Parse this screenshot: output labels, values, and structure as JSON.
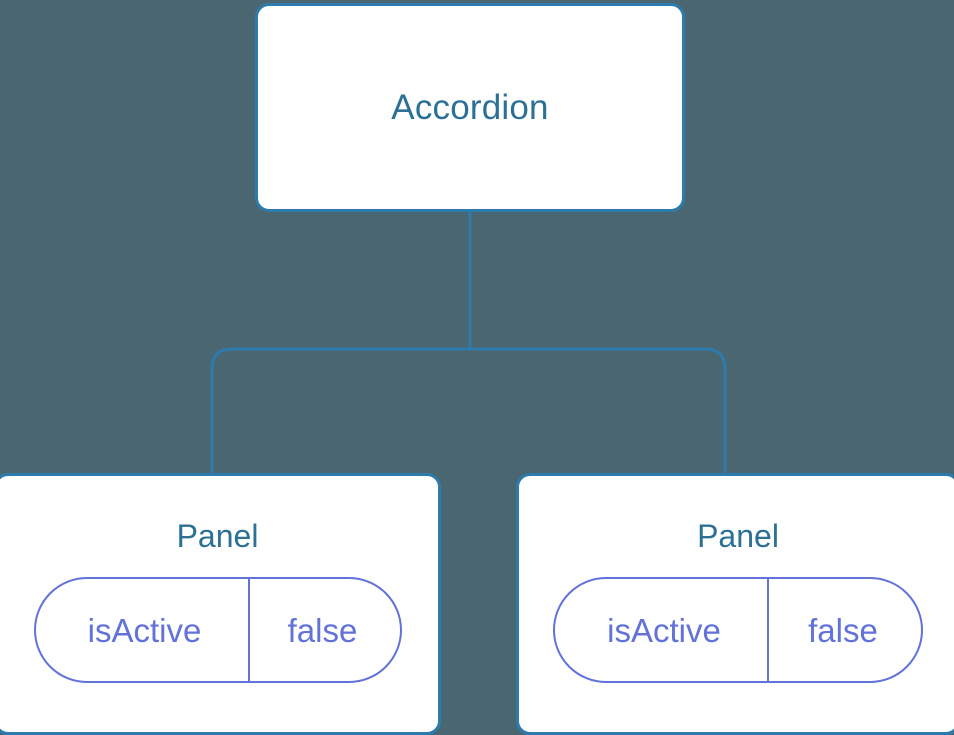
{
  "diagram": {
    "type": "component-tree",
    "background_color": "#4a6771",
    "node_border_color": "#2d7aad",
    "node_title_color": "#2d7096",
    "pill_color": "#6272d8",
    "connector_color": "#2d7aad",
    "root": {
      "label": "Accordion"
    },
    "children": [
      {
        "label": "Panel",
        "state": {
          "key": "isActive",
          "value": "false"
        }
      },
      {
        "label": "Panel",
        "state": {
          "key": "isActive",
          "value": "false"
        }
      }
    ]
  }
}
